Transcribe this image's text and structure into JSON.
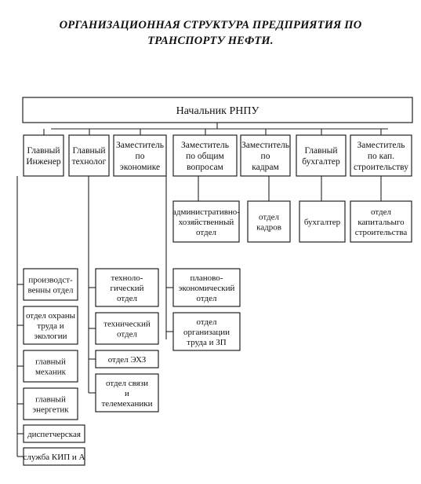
{
  "title": {
    "line1": "ОРГАНИЗАЦИОННАЯ СТРУКТУРА ПРЕДПРИЯТИЯ ПО",
    "line2": "ТРАНСПОРТУ НЕФТИ."
  },
  "head": {
    "label": "Начальник РНПУ"
  },
  "top_level": [
    {
      "id": "chief-engineer",
      "lines": [
        "Главный",
        "Инженер"
      ]
    },
    {
      "id": "chief-technologist",
      "lines": [
        "Главный",
        "технолог"
      ]
    },
    {
      "id": "deputy-economics",
      "lines": [
        "Заместитель",
        "по",
        "экономике"
      ]
    },
    {
      "id": "deputy-general",
      "lines": [
        "Заместитель",
        "по общим",
        "вопросам"
      ]
    },
    {
      "id": "deputy-personnel",
      "lines": [
        "Заместитель",
        "по",
        "кадрам"
      ]
    },
    {
      "id": "chief-accountant",
      "lines": [
        "Главный",
        "бухгалтер"
      ]
    },
    {
      "id": "deputy-capital",
      "lines": [
        "Заместитель",
        "по кап.",
        "строительству"
      ]
    }
  ],
  "departments": {
    "deputy-general": [
      {
        "lines": [
          "административно-",
          "хозяйственный",
          "отдел"
        ]
      }
    ],
    "deputy-personnel": [
      {
        "lines": [
          "отдел",
          "кадров"
        ]
      }
    ],
    "chief-accountant": [
      {
        "lines": [
          "бухгалтер"
        ]
      }
    ],
    "deputy-capital": [
      {
        "lines": [
          "отдел",
          "капитальыго",
          "строительства"
        ]
      }
    ],
    "chief-engineer": [
      {
        "lines": [
          "производст-",
          "венны отдел"
        ]
      },
      {
        "lines": [
          "отдел охраны",
          "труда и",
          "экологии"
        ]
      },
      {
        "lines": [
          "главный",
          "механик"
        ]
      },
      {
        "lines": [
          "главный",
          "энергетик"
        ]
      },
      {
        "lines": [
          "диспетчерская"
        ]
      },
      {
        "lines": [
          "служба КИП и А"
        ]
      }
    ],
    "chief-technologist": [
      {
        "lines": [
          "техноло-",
          "гический",
          "отдел"
        ]
      },
      {
        "lines": [
          "технический",
          "отдел"
        ]
      },
      {
        "lines": [
          "отдел ЭХЗ"
        ]
      },
      {
        "lines": [
          "отдел связи",
          "и",
          "телемеханики"
        ]
      }
    ],
    "deputy-economics": [
      {
        "lines": [
          "планово-",
          "экономический",
          "отдел"
        ]
      },
      {
        "lines": [
          "отдел",
          "организации",
          "труда и ЗП"
        ]
      }
    ]
  }
}
